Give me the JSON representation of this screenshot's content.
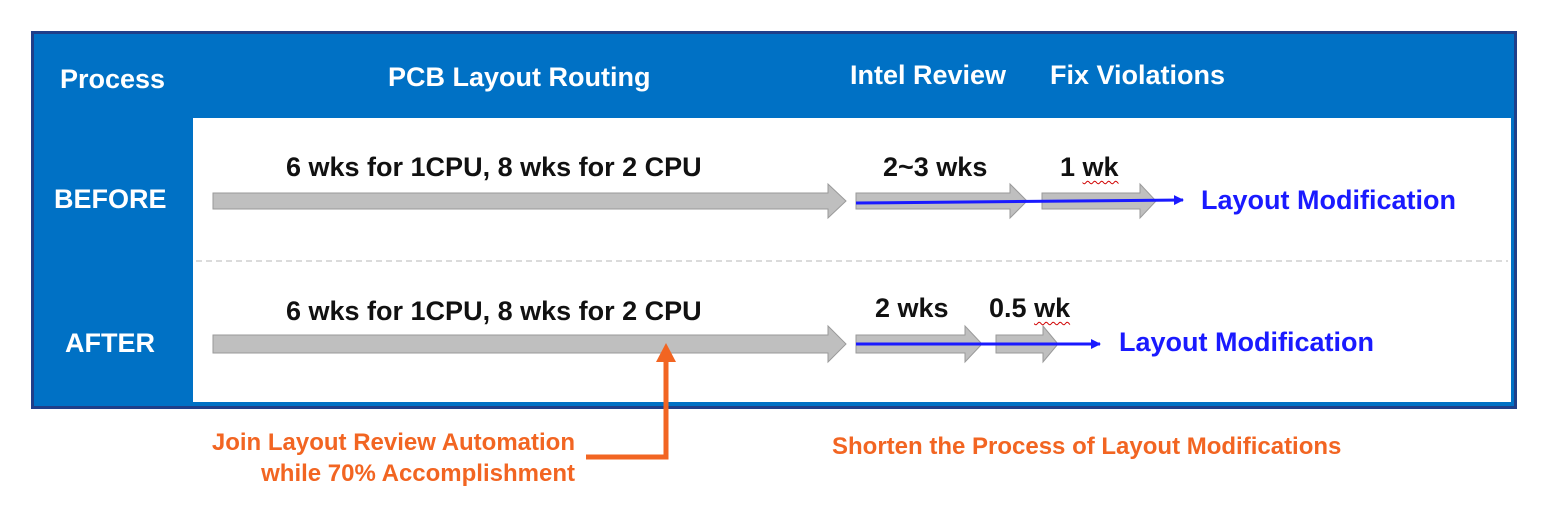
{
  "header": {
    "process": "Process",
    "routing": "PCB Layout Routing",
    "review": "Intel Review",
    "fix": "Fix Violations"
  },
  "rows": {
    "before": {
      "label": "BEFORE",
      "routing": "6 wks for 1CPU, 8 wks for 2 CPU",
      "review_duration": "2~3 wks",
      "fix_duration_num": "1",
      "fix_duration_unit": "wk",
      "result": "Layout Modification"
    },
    "after": {
      "label": "AFTER",
      "routing": "6 wks for 1CPU, 8 wks for 2 CPU",
      "review_duration": "2 wks",
      "fix_duration_num": "0.5",
      "fix_duration_unit": "wk",
      "result": "Layout Modification"
    }
  },
  "annotations": {
    "automation_line1": "Join Layout Review Automation",
    "automation_line2": "while 70% Accomplishment",
    "shorten": "Shorten the Process of Layout Modifications"
  },
  "colors": {
    "frame": "#0071C5",
    "arrow_gray": "#BFBFBF",
    "result_blue": "#1A1AFF",
    "annotation_orange": "#F26522"
  }
}
